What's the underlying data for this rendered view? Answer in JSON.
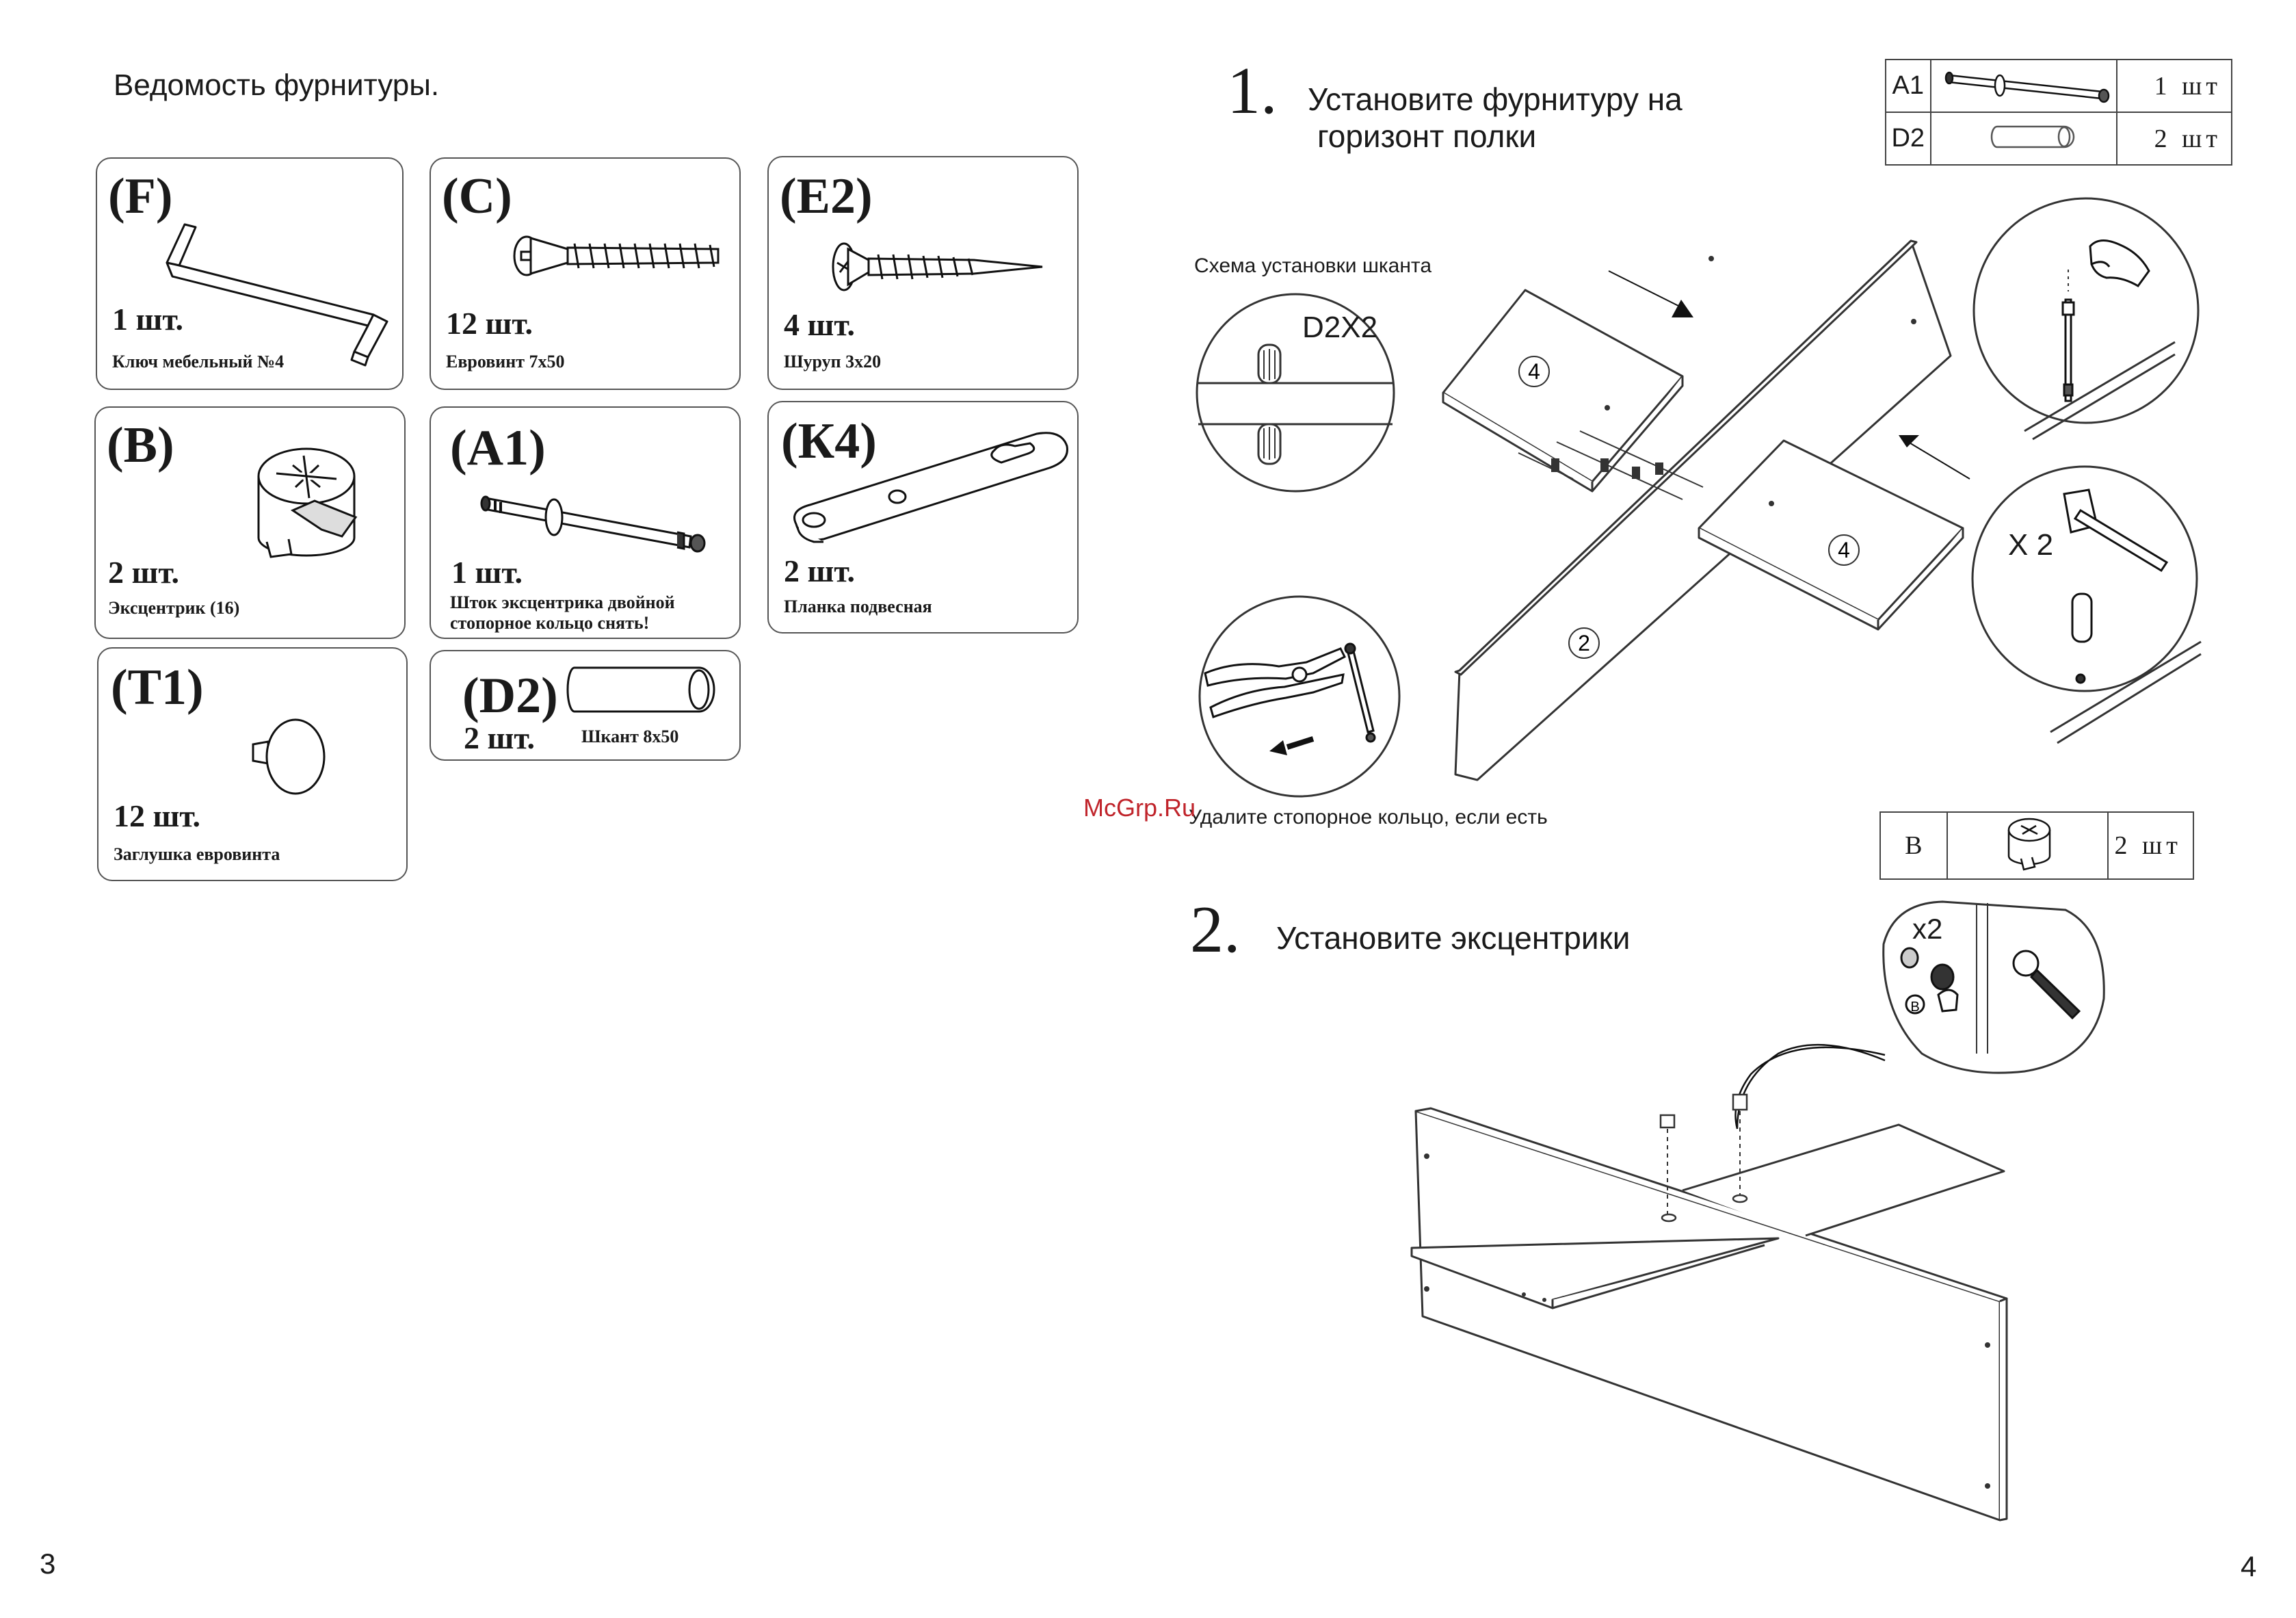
{
  "left": {
    "title": "Ведомость фурнитуры.",
    "page_number": "3",
    "items": [
      {
        "code": "(F)",
        "qty": "1 шт.",
        "desc": "Ключ мебельный №4"
      },
      {
        "code": "(C)",
        "qty": "12 шт.",
        "desc": "Евровинт 7х50"
      },
      {
        "code": "(E2)",
        "qty": "4 шт.",
        "desc": "Шуруп 3х20"
      },
      {
        "code": "(B)",
        "qty": "2 шт.",
        "desc": "Эксцентрик (16)"
      },
      {
        "code": "(A1)",
        "qty": "1 шт.",
        "desc_line1": "Шток эксцентрика двойной",
        "desc_line2": "стопорное кольцо снять!"
      },
      {
        "code": "(К4)",
        "qty": "2 шт.",
        "desc": "Планка подвесная"
      },
      {
        "code": "(T1)",
        "qty": "12 шт.",
        "desc": "Заглушка евровинта"
      },
      {
        "code": "(D2)",
        "qty": "2 шт.",
        "desc": "Шкант 8х50"
      }
    ]
  },
  "right": {
    "page_number": "4",
    "watermark": "McGrp.Ru",
    "step1": {
      "number": "1.",
      "title_line1": "Установите фурнитуру на",
      "title_line2": "горизонт полки",
      "hw_table": [
        {
          "code": "A1",
          "qty": "1 шт"
        },
        {
          "code": "D2",
          "qty": "2 шт"
        }
      ],
      "scheme_label": "Схема установки шканта",
      "dowel_label": "D2X2",
      "hammer_label": "X 2",
      "panel_labels": [
        "4",
        "4",
        "2"
      ],
      "remove_ring_label": "Удалите стопорное кольцо, если есть"
    },
    "step2": {
      "number": "2.",
      "title": "Установите эксцентрики",
      "hw_table": [
        {
          "code": "B",
          "qty": "2 шт"
        }
      ],
      "detail_label": "x2",
      "detail_marker": "B"
    }
  }
}
